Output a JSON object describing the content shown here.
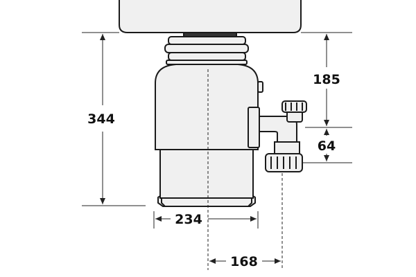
{
  "diagram": {
    "dimensions": {
      "height_total": "344",
      "inlet_height": "185",
      "outlet_offset": "64",
      "body_width": "234",
      "outlet_distance": "168"
    },
    "colors": {
      "line": "#1a1a1a",
      "fill": "#f0f0f0",
      "background": "#ffffff"
    }
  }
}
